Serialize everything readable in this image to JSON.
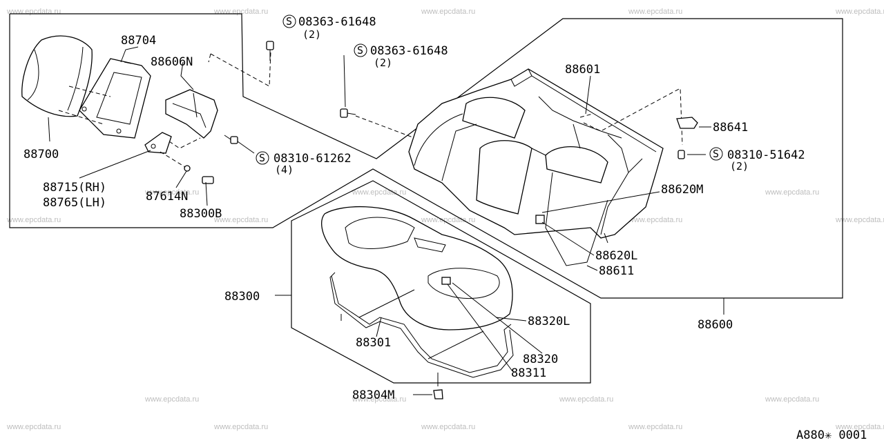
{
  "watermark": "www.epcdata.ru",
  "diagram_code": "A880✳ 0001",
  "parts": {
    "p88704": "88704",
    "p88606N": "88606N",
    "p88700": "88700",
    "p88715": "88715(RH)",
    "p88765": "88765(LH)",
    "p87614N": "87614N",
    "p88300B": "88300B",
    "p88601": "88601",
    "p88641": "88641",
    "p88620M": "88620M",
    "p88620L": "88620L",
    "p88611": "88611",
    "p88600": "88600",
    "p88300": "88300",
    "p88301": "88301",
    "p88320L": "88320L",
    "p88320": "88320",
    "p88311": "88311",
    "p88304M": "88304M"
  },
  "screws": [
    {
      "part": "08363-61648",
      "qty": "(2)"
    },
    {
      "part": "08363-61648",
      "qty": "(2)"
    },
    {
      "part": "08310-61262",
      "qty": "(4)"
    },
    {
      "part": "08310-51642",
      "qty": "(2)"
    }
  ],
  "screw_symbol": "S"
}
